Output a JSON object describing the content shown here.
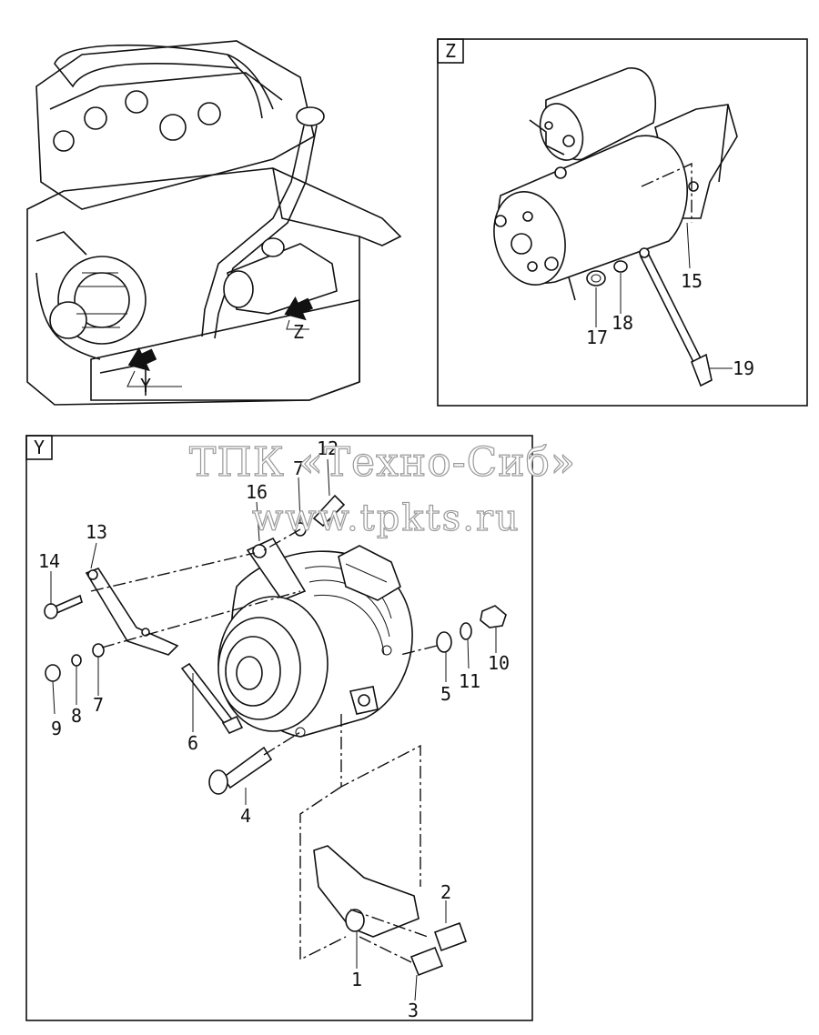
{
  "views": {
    "z": {
      "tag": "Z"
    },
    "y": {
      "tag": "Y"
    }
  },
  "engine_arrows": {
    "y": "Y",
    "z": "Z"
  },
  "callouts": {
    "p1": "1",
    "p2": "2",
    "p3": "3",
    "p4": "4",
    "p5": "5",
    "p6": "6",
    "p7a": "7",
    "p7b": "7",
    "p8": "8",
    "p9": "9",
    "p10": "10",
    "p11": "11",
    "p12": "12",
    "p13": "13",
    "p14": "14",
    "p15": "15",
    "p16": "16",
    "p17": "17",
    "p18": "18",
    "p19": "19"
  },
  "watermark": {
    "line1": "ТПК «Техно-Сиб»",
    "line2": "www.tpkts.ru"
  }
}
